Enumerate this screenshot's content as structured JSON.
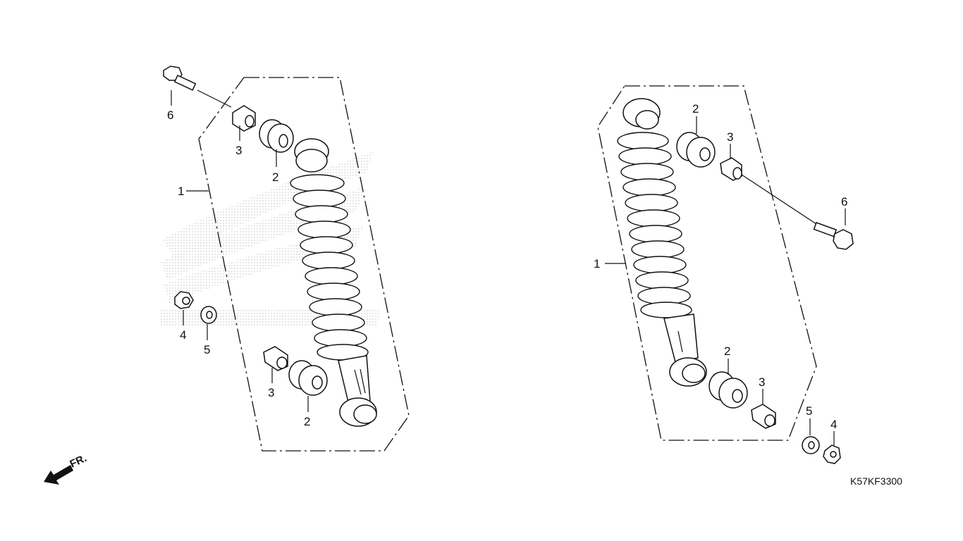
{
  "diagram_code": "K57KF3300",
  "front_indicator": "FR.",
  "left_assembly": {
    "labels": {
      "shock": "1",
      "rubber_upper": "2",
      "rubber_lower": "2",
      "collar_upper": "3",
      "collar_lower": "3",
      "nut": "4",
      "washer": "5",
      "bolt": "6"
    }
  },
  "right_assembly": {
    "labels": {
      "shock": "1",
      "rubber_upper": "2",
      "rubber_lower": "2",
      "collar_upper": "3",
      "collar_lower": "3",
      "nut": "4",
      "washer": "5",
      "bolt": "6"
    }
  },
  "icons": {
    "front_arrow": "arrow-icon",
    "watermark": "brand-wing-watermark"
  },
  "colors": {
    "line": "#111111",
    "background": "#ffffff",
    "watermark": "#c8c8c8"
  }
}
